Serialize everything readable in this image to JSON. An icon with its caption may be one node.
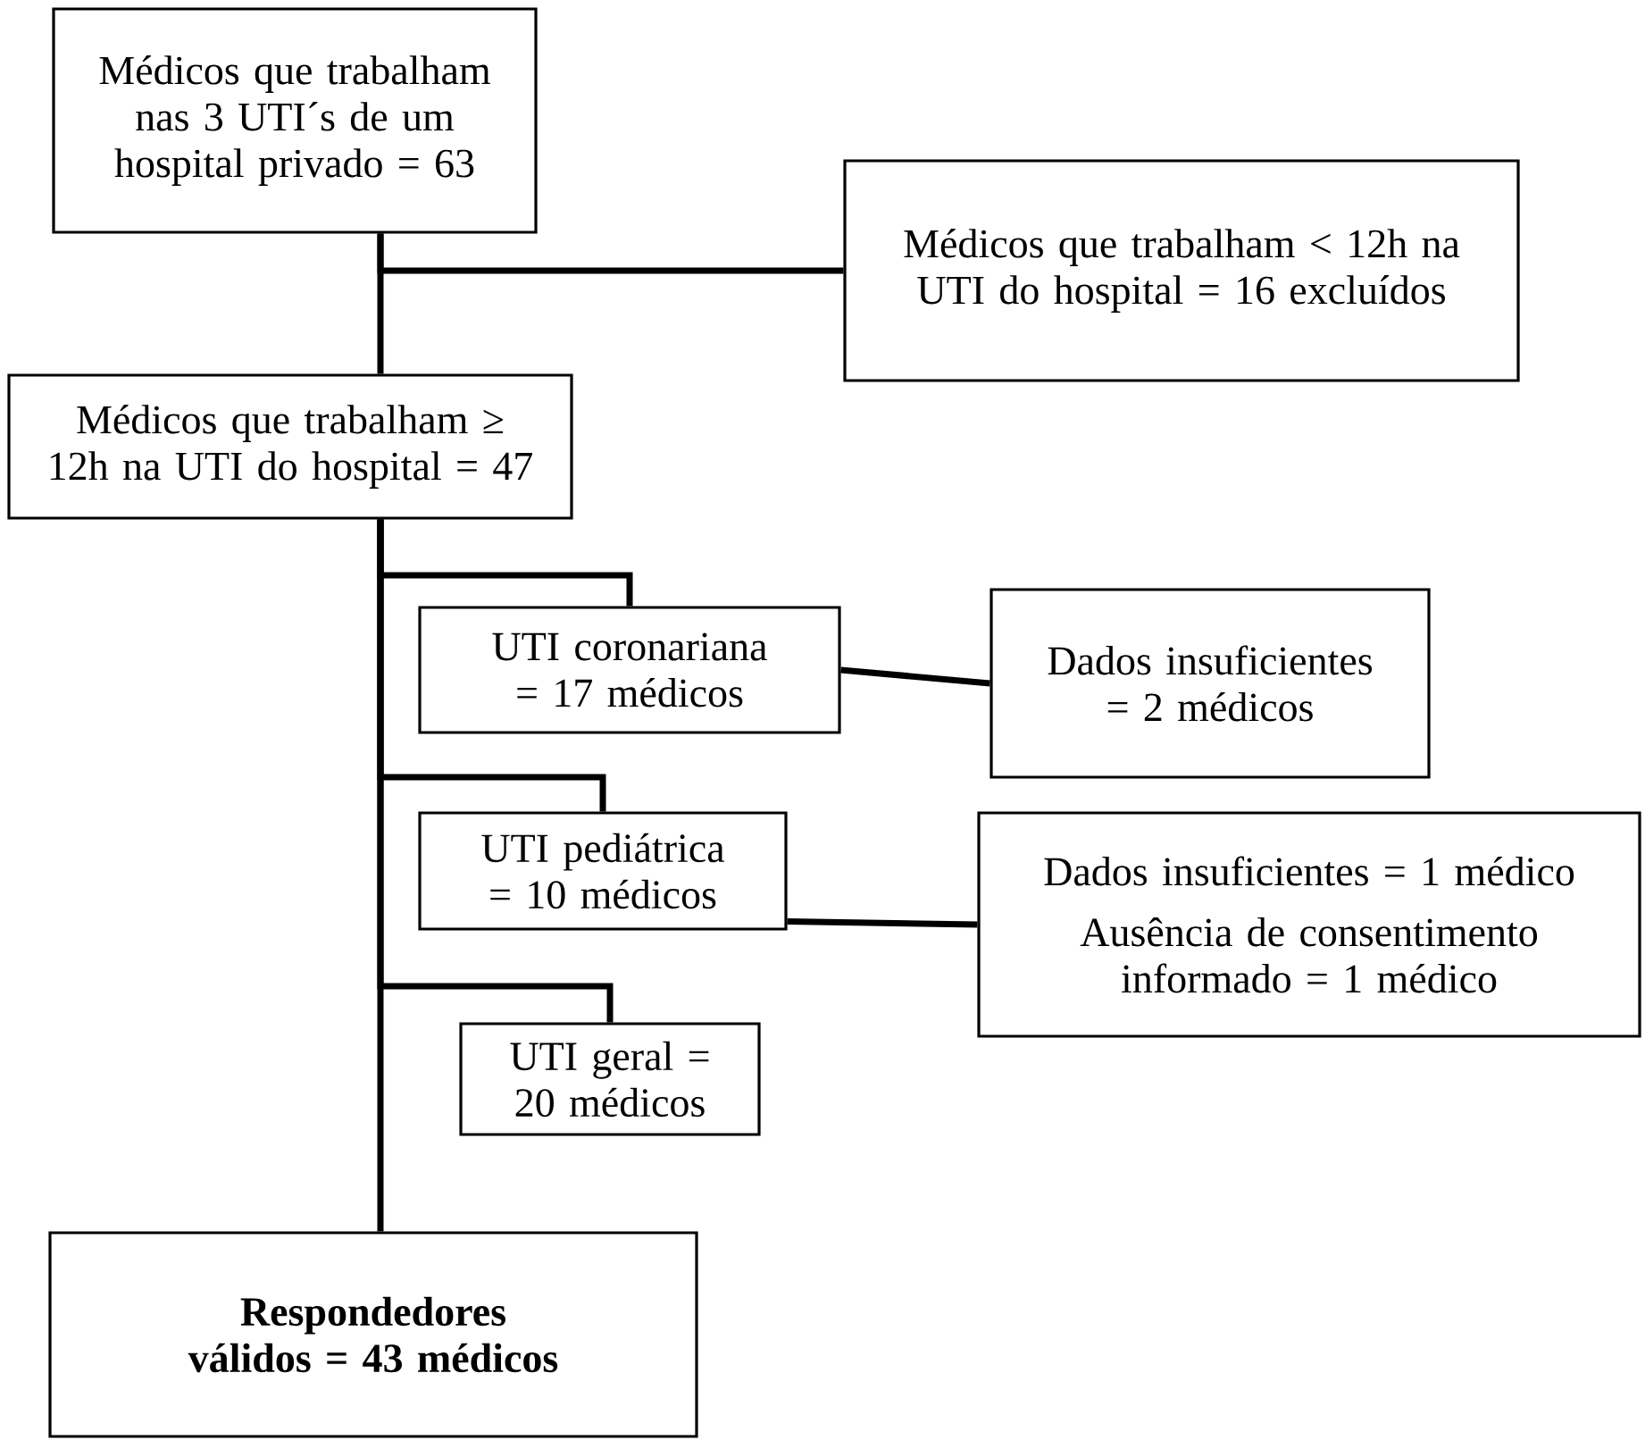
{
  "diagram": {
    "nodes": [
      {
        "text": [
          "Médicos que trabalham nas 3 UTI´s de um hospital privado = 63"
        ]
      },
      {
        "text": [
          "Médicos que trabalham < 12h na UTI do hospital = 16 excluídos"
        ]
      },
      {
        "text": [
          "Médicos que trabalham ≥ 12h na UTI do hospital = 47"
        ]
      },
      {
        "text": [
          "UTI coronariana = 17 médicos"
        ]
      },
      {
        "text": [
          "Dados insuficientes = 2 médicos"
        ]
      },
      {
        "text": [
          "UTI pediátrica = 10 médicos"
        ]
      },
      {
        "text": [
          "Dados insuficientes = 1 médico",
          "Ausência de consentimento informado = 1 médico"
        ]
      },
      {
        "text": [
          "UTI geral = 20 médicos"
        ]
      },
      {
        "text": [
          "Respondedores válidos = 43 médicos"
        ]
      }
    ],
    "edges": [
      {
        "from": 0,
        "to": 2,
        "arrow": "none"
      },
      {
        "from": 0,
        "to": 1,
        "arrow": "none"
      },
      {
        "from": 2,
        "to": 3,
        "arrow": "none"
      },
      {
        "from": 2,
        "to": 5,
        "arrow": "none"
      },
      {
        "from": 2,
        "to": 7,
        "arrow": "none"
      },
      {
        "from": 2,
        "to": 8,
        "arrow": "none"
      },
      {
        "from": 3,
        "to": 4,
        "arrow": "none"
      },
      {
        "from": 5,
        "to": 6,
        "arrow": "none"
      }
    ]
  }
}
